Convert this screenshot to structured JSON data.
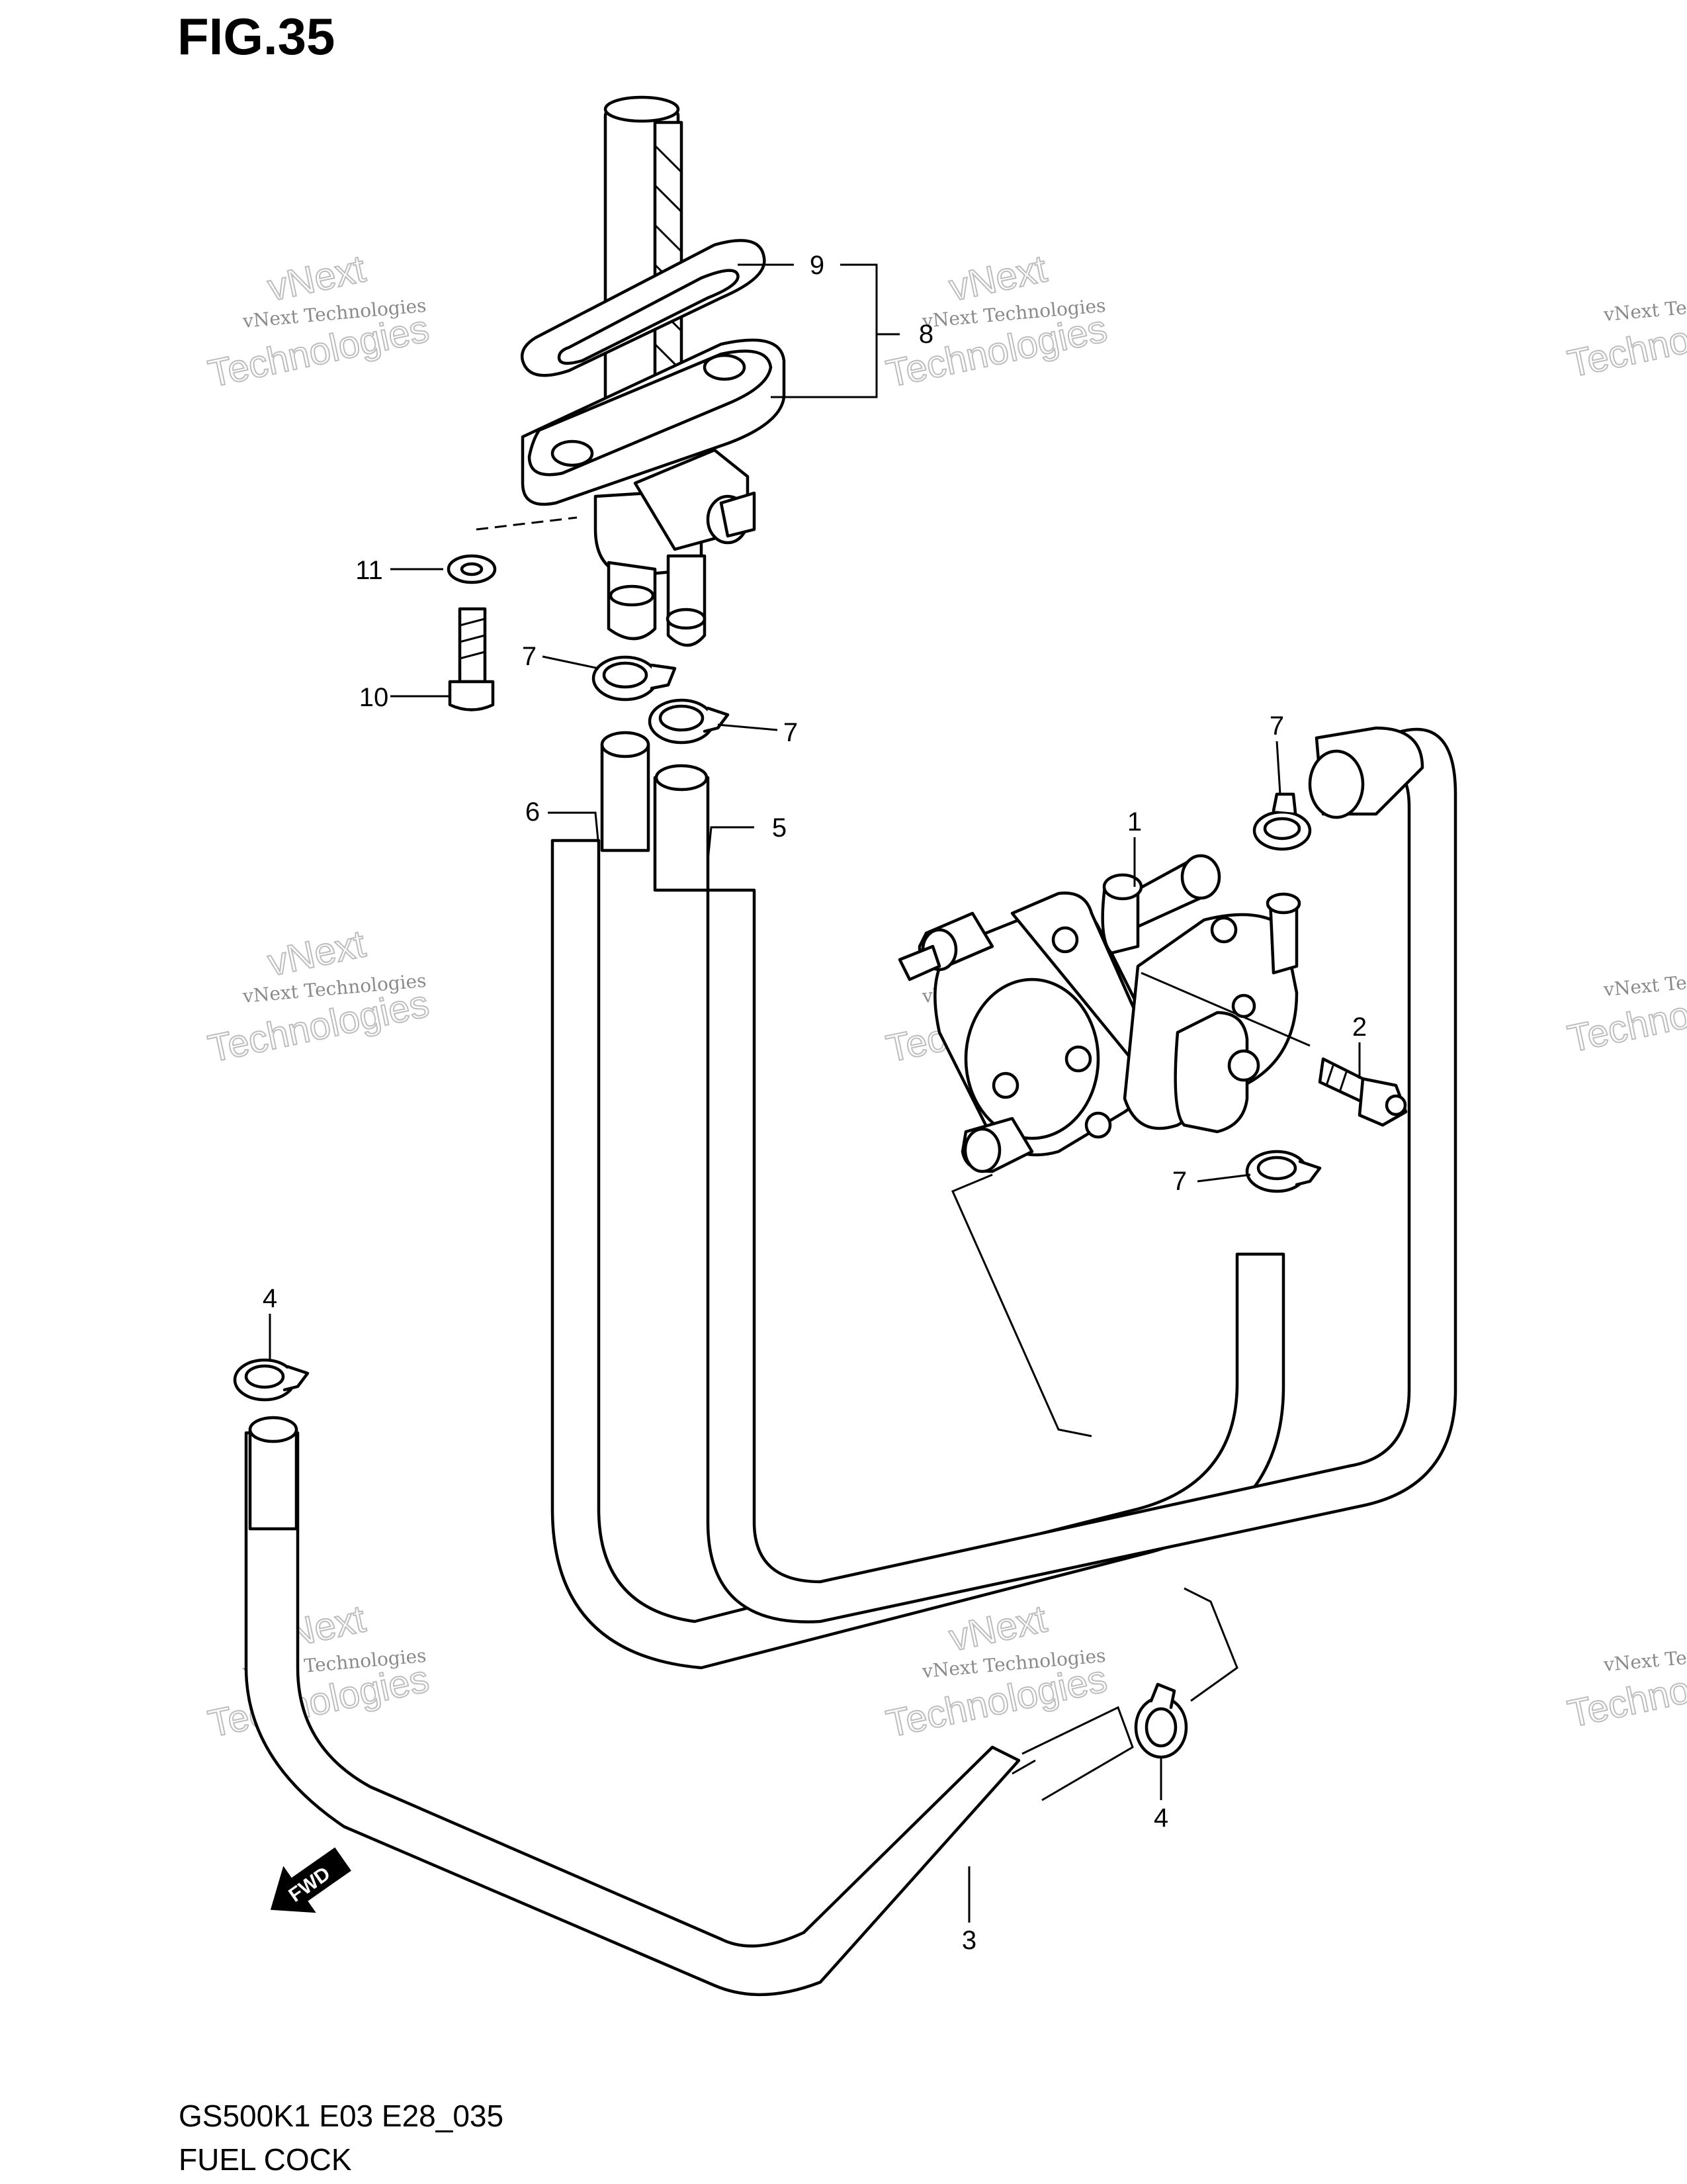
{
  "figure": {
    "title": "FIG.35",
    "model_code": "GS500K1 E03 E28_035",
    "name": "FUEL COCK"
  },
  "direction_badge": "FWD",
  "watermark": {
    "line1": "vNext Technologies",
    "line2": "vNext",
    "line3": "Technologies"
  },
  "callouts": [
    {
      "id": "1",
      "label": "1"
    },
    {
      "id": "2",
      "label": "2"
    },
    {
      "id": "3",
      "label": "3"
    },
    {
      "id": "4a",
      "label": "4"
    },
    {
      "id": "4b",
      "label": "4"
    },
    {
      "id": "5",
      "label": "5"
    },
    {
      "id": "6",
      "label": "6"
    },
    {
      "id": "7a",
      "label": "7"
    },
    {
      "id": "7b",
      "label": "7"
    },
    {
      "id": "7c",
      "label": "7"
    },
    {
      "id": "7d",
      "label": "7"
    },
    {
      "id": "8",
      "label": "8"
    },
    {
      "id": "9",
      "label": "9"
    },
    {
      "id": "10",
      "label": "10"
    },
    {
      "id": "11",
      "label": "11"
    }
  ]
}
